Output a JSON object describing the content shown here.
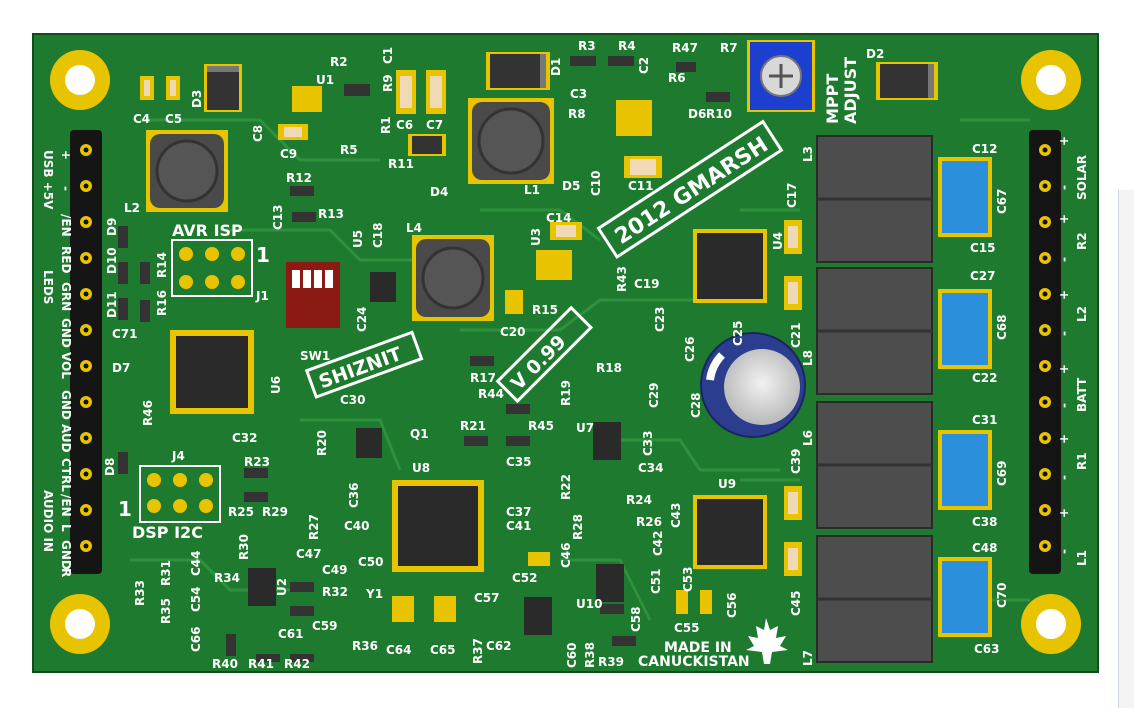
{
  "board": {
    "title": "2012 GMARSH",
    "name": "SHIZNIT",
    "version": "V 0.99",
    "made_in": [
      "MADE IN",
      "CANUCKISTAN"
    ],
    "trimpot_label": [
      "MPPT",
      "ADJUST"
    ],
    "headers": {
      "avr_isp": "AVR ISP",
      "avr_isp_pin1": "1",
      "dsp_i2c": "DSP I2C",
      "dsp_pin1": "1"
    },
    "left_pins": [
      "USB +5V",
      "-/EN",
      "RED GRN",
      "LEDS GND",
      "VOL GND",
      "AUD CTRL",
      "/EN L",
      "AUDIO IN"
    ],
    "left_labels": [
      "+",
      "-",
      "/EN",
      "RED",
      "GRN",
      "GND",
      "VOL",
      "GND",
      "AUD",
      "CTRL",
      "/EN",
      "L",
      "GND",
      "R"
    ],
    "left_group_labels": [
      "USB +5V",
      "LEDS",
      "AUDIO IN"
    ],
    "right_labels": [
      "+",
      "-",
      "SOLAR",
      "+",
      "-",
      "R2",
      "+",
      "-",
      "L2",
      "+",
      "-",
      "BATT",
      "+",
      "-",
      "R1",
      "+",
      "-",
      "L1"
    ],
    "refdes": {
      "C4": "C4",
      "C5": "C5",
      "D3": "D3",
      "L2": "L2",
      "U1": "U1",
      "R2": "R2",
      "C1": "C1",
      "R9": "R9",
      "C6": "C6",
      "C7": "C7",
      "C8": "C8",
      "C9": "C9",
      "R1": "R1",
      "R5": "R5",
      "R11": "R11",
      "D4": "D4",
      "L1": "L1",
      "D1": "D1",
      "R3": "R3",
      "R4": "R4",
      "C3": "C3",
      "C2": "C2",
      "R47": "R47",
      "R7": "R7",
      "R6": "R6",
      "R8": "R8",
      "D6": "D6",
      "R10": "R10",
      "D2": "D2",
      "D5": "D5",
      "C10": "C10",
      "C11": "C11",
      "R12": "R12",
      "C13": "C13",
      "R13": "R13",
      "U5": "U5",
      "C18": "C18",
      "L4": "L4",
      "C14": "C14",
      "U3": "U3",
      "R43": "R43",
      "C17": "C17",
      "U4": "U4",
      "L3": "L3",
      "C12": "C12",
      "C67": "C67",
      "C15": "C15",
      "C27": "C27",
      "C68": "C68",
      "L8": "L8",
      "C22": "C22",
      "C31": "C31",
      "C69": "C69",
      "L6": "L6",
      "C38": "C38",
      "C48": "C48",
      "C70": "C70",
      "L7": "L7",
      "C63": "C63",
      "J1": "J1",
      "D9": "D9",
      "D10": "D10",
      "D11": "D11",
      "R14": "R14",
      "R16": "R16",
      "C71": "C71",
      "D7": "D7",
      "R46": "R46",
      "U6": "U6",
      "SW1": "SW1",
      "C24": "C24",
      "C20": "C20",
      "R15": "R15",
      "C19": "C19",
      "C23": "C23",
      "C21": "C21",
      "C25": "C25",
      "C26": "C26",
      "C28": "C28",
      "C29": "C29",
      "R17": "R17",
      "R44": "R44",
      "R18": "R18",
      "R19": "R19",
      "C32": "C32",
      "C30": "C30",
      "R20": "R20",
      "Q1": "Q1",
      "R21": "R21",
      "R45": "R45",
      "U7": "U7",
      "C33": "C33",
      "C34": "C34",
      "D8": "D8",
      "J4": "J4",
      "R23": "R23",
      "R25": "R25",
      "R29": "R29",
      "R27": "R27",
      "C36": "C36",
      "U8": "U8",
      "C35": "C35",
      "C37": "C37",
      "R22": "R22",
      "R24": "R24",
      "C41": "C41",
      "R26": "R26",
      "R28": "R28",
      "C43": "C43",
      "C42": "C42",
      "U9": "U9",
      "C39": "C39",
      "C45": "C45",
      "C40": "C40",
      "C47": "C47",
      "R30": "R30",
      "C44": "C44",
      "R31": "R31",
      "R34": "R34",
      "C49": "C49",
      "C50": "C50",
      "C46": "C46",
      "C52": "C52",
      "C51": "C51",
      "C53": "C53",
      "R33": "R33",
      "C54": "C54",
      "R35": "R35",
      "U2": "U2",
      "R32": "R32",
      "Y1": "Y1",
      "C59": "C59",
      "C57": "C57",
      "U10": "U10",
      "C58": "C58",
      "C56": "C56",
      "C55": "C55",
      "C66": "C66",
      "C61": "C61",
      "R36": "R36",
      "C64": "C64",
      "C65": "C65",
      "R37": "R37",
      "C62": "C62",
      "C60": "C60",
      "R38": "R38",
      "R39": "R39",
      "R40": "R40",
      "R41": "R41",
      "R42": "R42"
    }
  },
  "colors": {
    "pcb": "#1e7a2e",
    "pcb_trace": "#2f9440",
    "copper": "#e8c400",
    "silkscreen": "#ffffff",
    "ic_body": "#2a2a2a",
    "trimpot": "#1d3fcf",
    "cap_blue": "#2b8fdc",
    "dip_red": "#8b1a14",
    "electrolytic": "#2a3d8f"
  }
}
